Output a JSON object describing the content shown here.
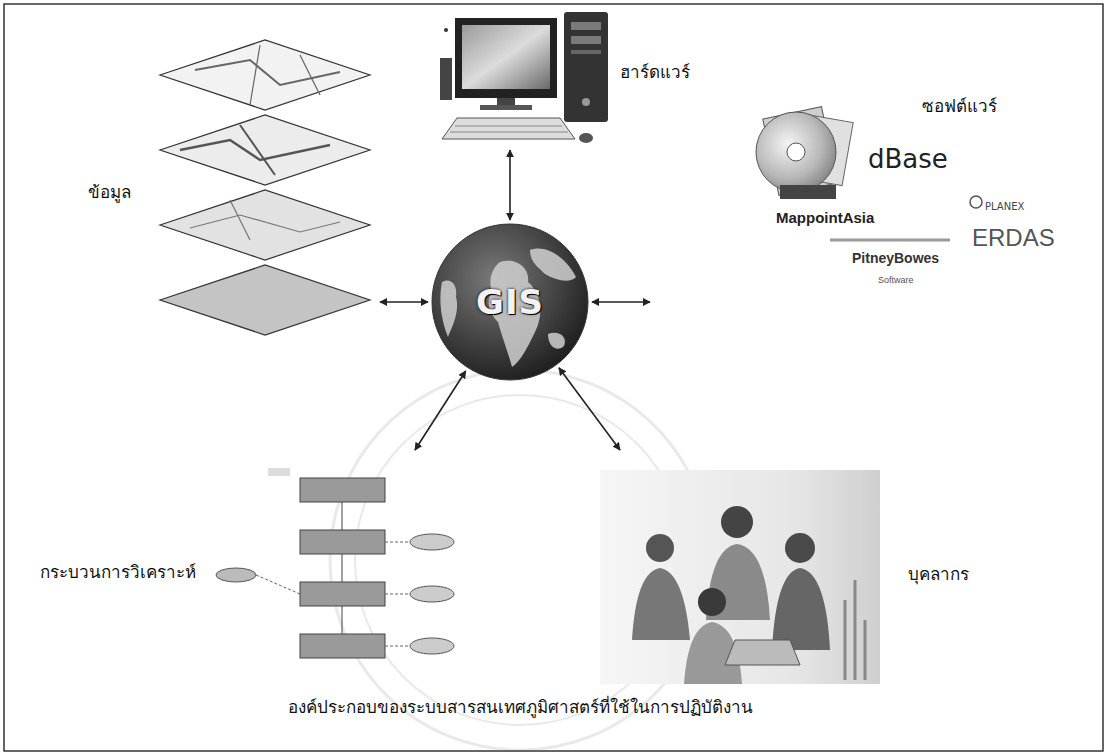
{
  "diagram": {
    "caption": "องค์ประกอบของระบบสารสนเทศภูมิศาสตร์ที่ใช้ในการปฏิบัติงาน",
    "nodes": [
      {
        "text": [
          "ฮาร์ดแวร์"
        ]
      },
      {
        "text": [
          "ข้อมูล"
        ]
      },
      {
        "text": [
          "GIS"
        ]
      },
      {
        "text": [
          "ซอฟต์แวร์"
        ]
      },
      {
        "text": [
          "กระบวนการวิเคราะห์"
        ]
      },
      {
        "text": [
          "บุคลากร"
        ]
      }
    ],
    "edges": [
      {
        "from": 2,
        "to": 0,
        "arrow": "both"
      },
      {
        "from": 2,
        "to": 1,
        "arrow": "both"
      },
      {
        "from": 2,
        "to": 3,
        "arrow": "both"
      },
      {
        "from": 2,
        "to": 4,
        "arrow": "both"
      },
      {
        "from": 2,
        "to": 5,
        "arrow": "both"
      }
    ],
    "labels": [
      "dBase",
      "PLANEX",
      "MappointAsia",
      "ERDAS",
      "PitneyBowes",
      "Software"
    ]
  }
}
